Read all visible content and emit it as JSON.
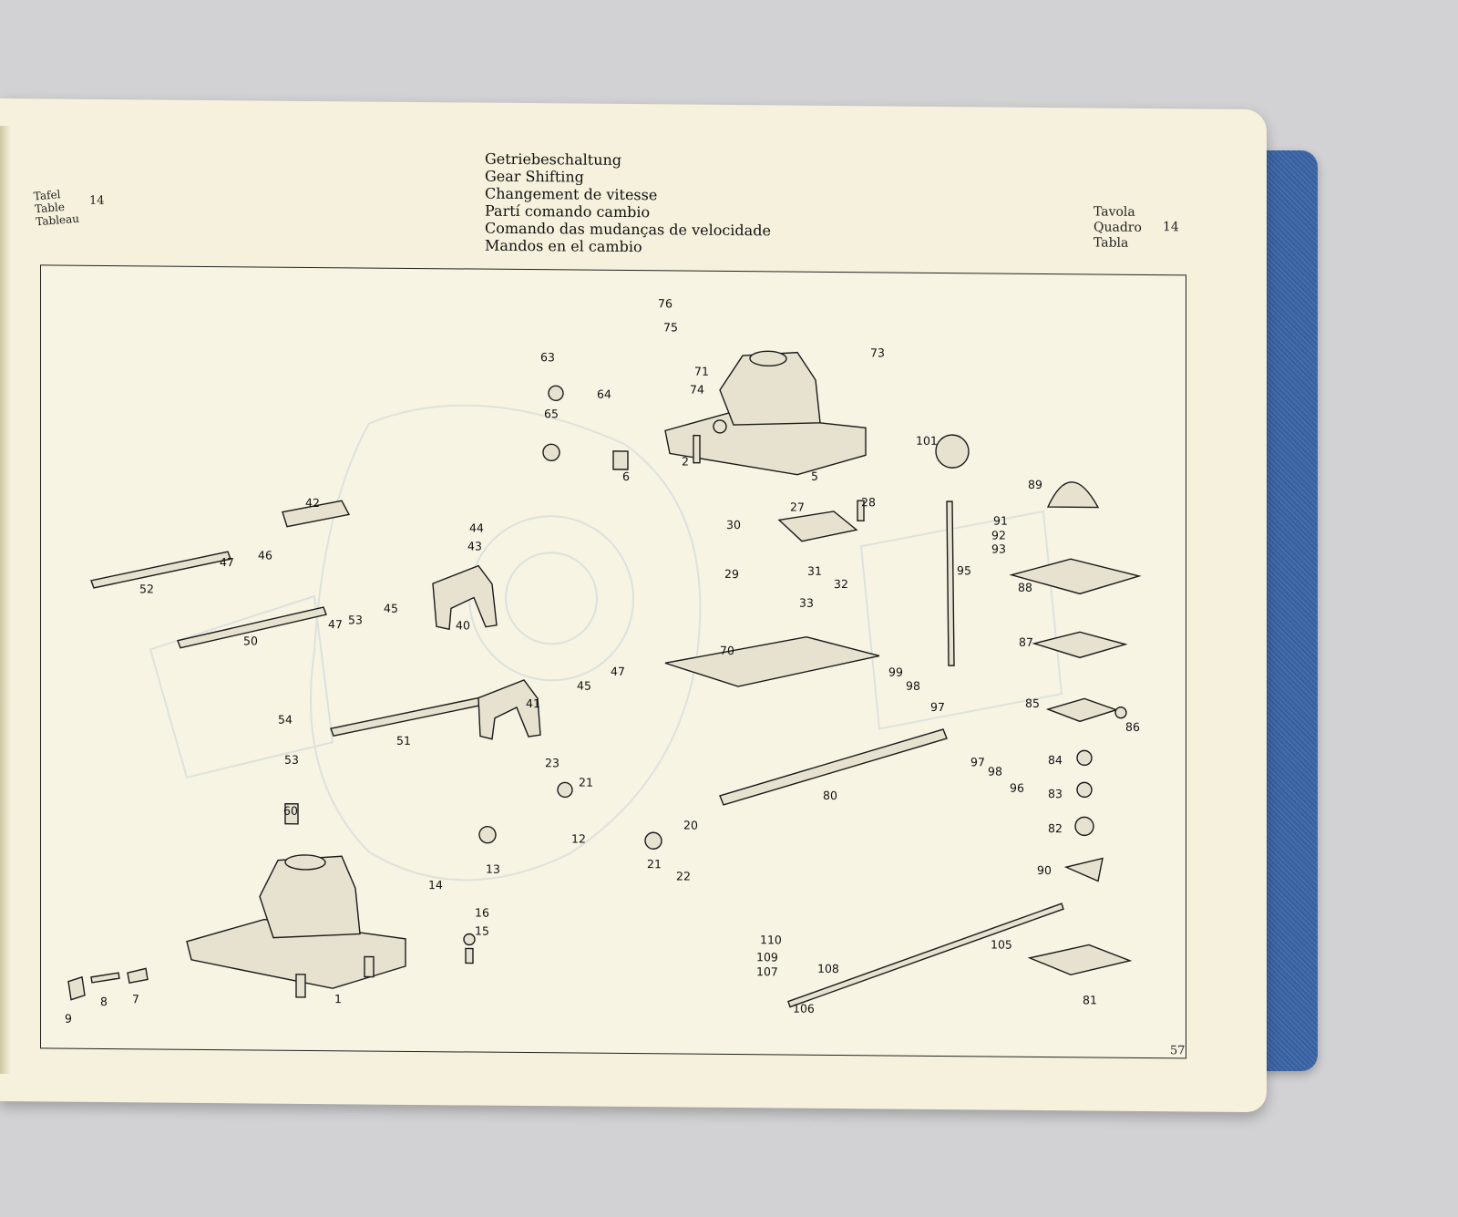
{
  "header": {
    "left_labels": [
      "Tafel",
      "Table",
      "Tableau"
    ],
    "left_number": "14",
    "titles": [
      "Getriebeschaltung",
      "Gear Shifting",
      "Changement de vitesse",
      "Partí comando cambio",
      "Comando das mudanças de velocidade",
      "Mandos en el cambio"
    ],
    "right_labels": [
      "Tavola",
      "Quadro",
      "Tabla"
    ],
    "right_number": "14"
  },
  "page_number": "57",
  "part_labels": [
    "1",
    "2",
    "5",
    "6",
    "7",
    "8",
    "9",
    "12",
    "13",
    "14",
    "15",
    "16",
    "20",
    "21",
    "21",
    "22",
    "23",
    "27",
    "28",
    "29",
    "30",
    "31",
    "32",
    "33",
    "40",
    "41",
    "42",
    "43",
    "44",
    "45",
    "45",
    "46",
    "47",
    "47",
    "47",
    "50",
    "51",
    "52",
    "53",
    "53",
    "54",
    "60",
    "63",
    "64",
    "65",
    "70",
    "71",
    "73",
    "74",
    "75",
    "76",
    "80",
    "81",
    "82",
    "83",
    "84",
    "85",
    "86",
    "87",
    "88",
    "89",
    "90",
    "91",
    "92",
    "93",
    "95",
    "96",
    "97",
    "97",
    "98",
    "98",
    "99",
    "101",
    "105",
    "106",
    "107",
    "108",
    "109",
    "110"
  ],
  "colors": {
    "cover": "#3a64a6",
    "paper": "#f5f1dc",
    "ink": "#111111"
  }
}
